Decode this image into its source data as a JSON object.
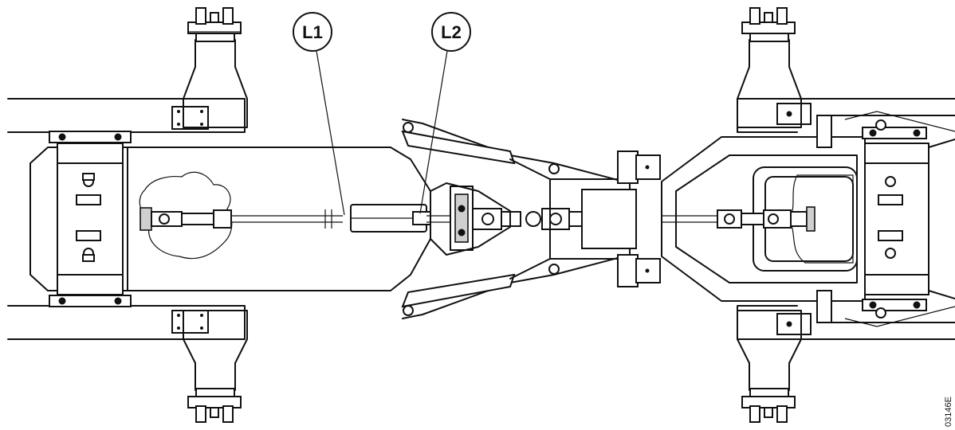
{
  "callouts": {
    "l1": "L1",
    "l2": "L2"
  },
  "reference_code": "03146E",
  "colors": {
    "line": "#111111",
    "background": "#ffffff",
    "shade": "#cfcfcf"
  }
}
